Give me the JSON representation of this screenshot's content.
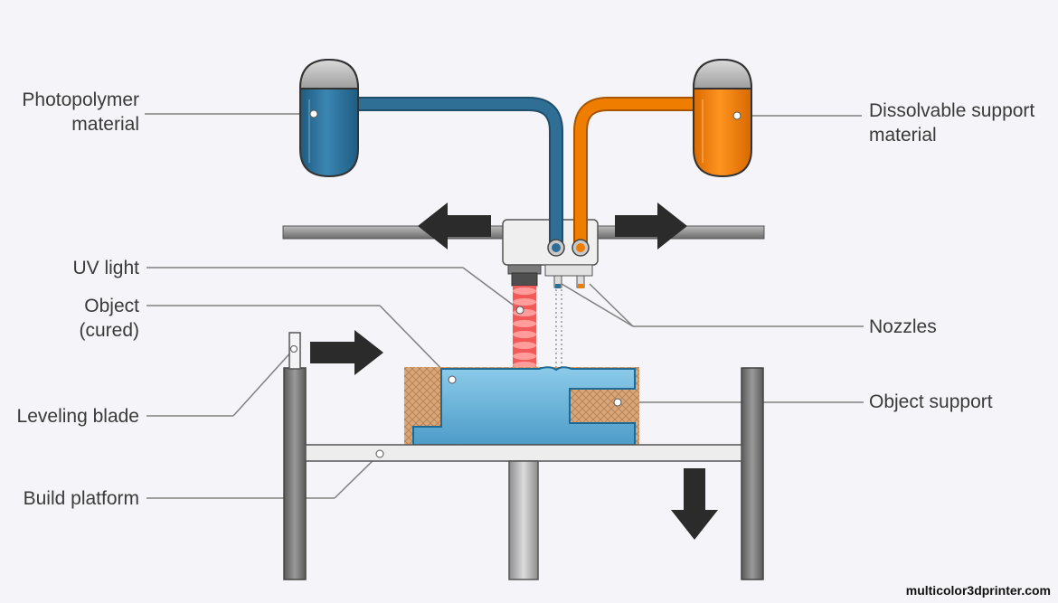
{
  "labels": {
    "photopolymer": "Photopolymer\nmaterial",
    "dissolvable": "Dissolvable support\nmaterial",
    "uv_light": "UV light",
    "object_cured": "Object\n(cured)",
    "nozzles": "Nozzles",
    "leveling_blade": "Leveling blade",
    "object_support": "Object support",
    "build_platform": "Build platform"
  },
  "watermark": "multicolor3dprinter.com",
  "colors": {
    "photopolymer": "#2f6f96",
    "support_material": "#ef7d00",
    "object": "#6ab4dc",
    "support_lattice": "#d8a878",
    "uv_beam": "#f25a5a",
    "frame": "#6e6e6e",
    "arrow": "#2b2b2b"
  },
  "icons": {
    "move_left": "arrow-left-icon",
    "move_right": "arrow-right-icon",
    "blade_forward": "arrow-right-icon",
    "platform_down": "arrow-down-icon"
  }
}
